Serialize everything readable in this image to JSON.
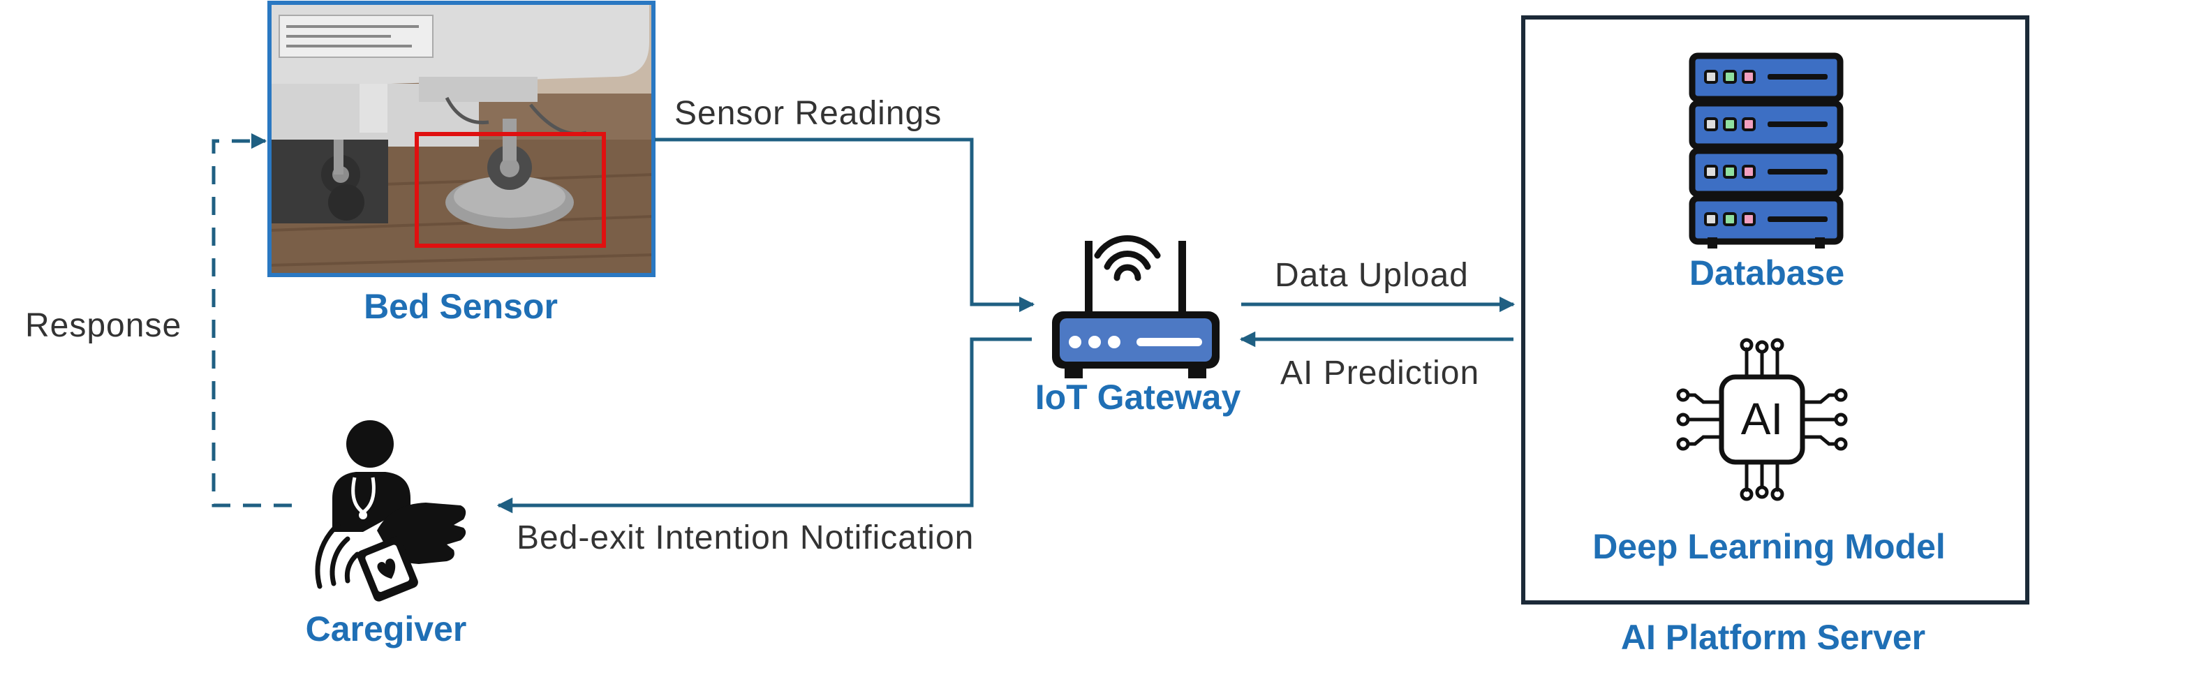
{
  "nodes": {
    "bed_sensor": "Bed Sensor",
    "iot_gateway": "IoT Gateway",
    "caregiver": "Caregiver",
    "database": "Database",
    "deep_learning_model": "Deep Learning Model",
    "ai_platform_server": "AI Platform Server"
  },
  "edges": {
    "sensor_readings": "Sensor Readings",
    "data_upload": "Data Upload",
    "ai_prediction": "AI Prediction",
    "notification": "Bed-exit Intention Notification",
    "response": "Response"
  },
  "icon_text": {
    "ai_chip": "AI"
  },
  "colors": {
    "arrow": "#1f5f82",
    "label_blue": "#1f6fb5",
    "label_dark": "#333333",
    "photo_border": "#2a78c2",
    "highlight": "#e01010",
    "server_fill": "#3d6fc4"
  },
  "icons": {
    "bed_sensor_photo": "bed-sensor-photo",
    "router": "router-icon",
    "database": "server-rack-icon",
    "ai_chip": "ai-chip-icon",
    "caregiver": "caregiver-icon"
  }
}
